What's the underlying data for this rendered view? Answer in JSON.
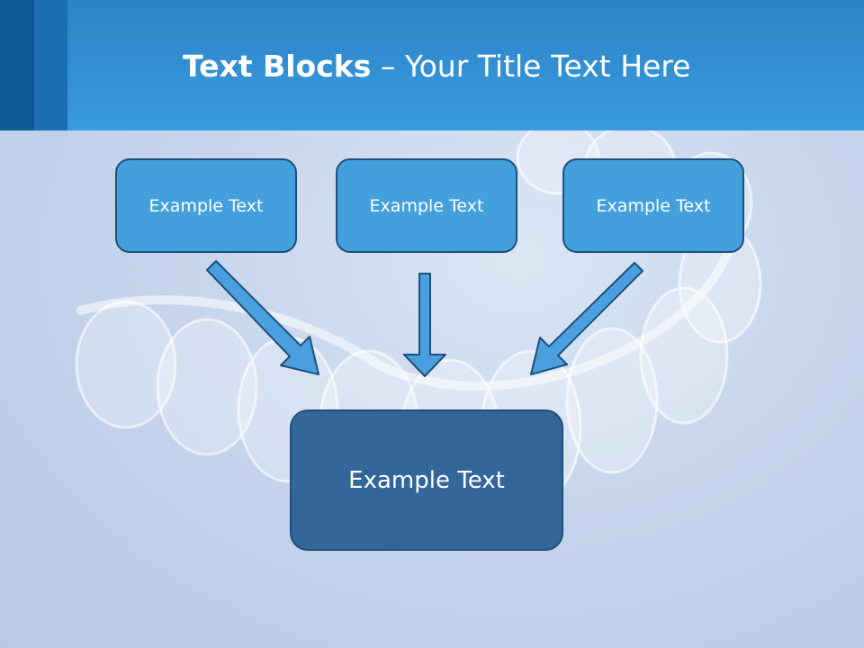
{
  "title": {
    "bold": "Text Blocks",
    "dash": " – ",
    "rest": "Your Title Text Here"
  },
  "boxes": {
    "top_left": "Example Text",
    "top_center": "Example Text",
    "top_right": "Example Text",
    "bottom": "Example Text"
  },
  "colors": {
    "header": "#3a9be0",
    "small_box": "#44a0dd",
    "big_box": "#336699",
    "arrow": "#4aa0df",
    "outline": "#1f4f7c"
  }
}
